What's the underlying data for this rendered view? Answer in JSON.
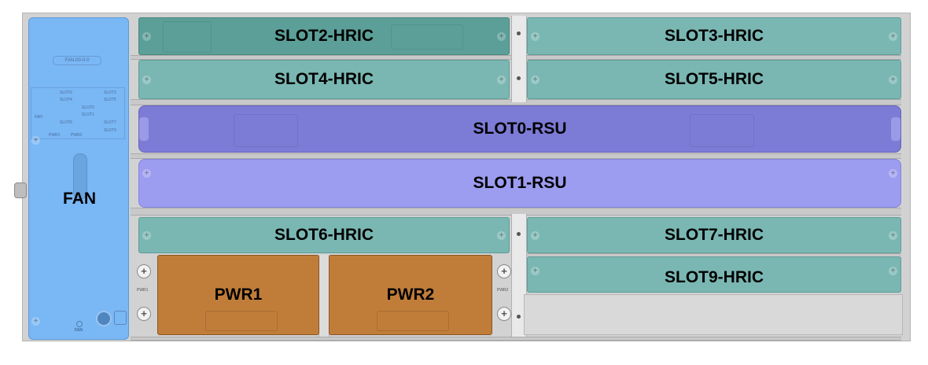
{
  "fan": {
    "label": "FAN",
    "model": "FAN-00-0-0",
    "led_label": "FAN"
  },
  "fan_grid": [
    "SLOT2",
    "SLOT3",
    "SLOT4",
    "SLOT5",
    "SLOT0",
    "SLOT1",
    "SLOT6",
    "SLOT7",
    "SLOT9",
    "FAN",
    "PWR1",
    "PWR2"
  ],
  "slots": {
    "slot2": "SLOT2-HRIC",
    "slot3": "SLOT3-HRIC",
    "slot4": "SLOT4-HRIC",
    "slot5": "SLOT5-HRIC",
    "slot0": "SLOT0-RSU",
    "slot1": "SLOT1-RSU",
    "slot6": "SLOT6-HRIC",
    "slot7": "SLOT7-HRIC",
    "slot9": "SLOT9-HRIC"
  },
  "power": {
    "pwr1": "PWR1",
    "pwr2": "PWR2",
    "pwr1_tag": "PWR1",
    "pwr2_tag": "PWR2"
  },
  "colors": {
    "hric": "#7ab7b3",
    "hric_selected": "#5b9f98",
    "rsu0": "#7c7bd6",
    "rsu1": "#9c9cf0",
    "fan": "#7ab7f5",
    "pwr": "#c07d3a",
    "chassis": "#d2d2d2"
  }
}
